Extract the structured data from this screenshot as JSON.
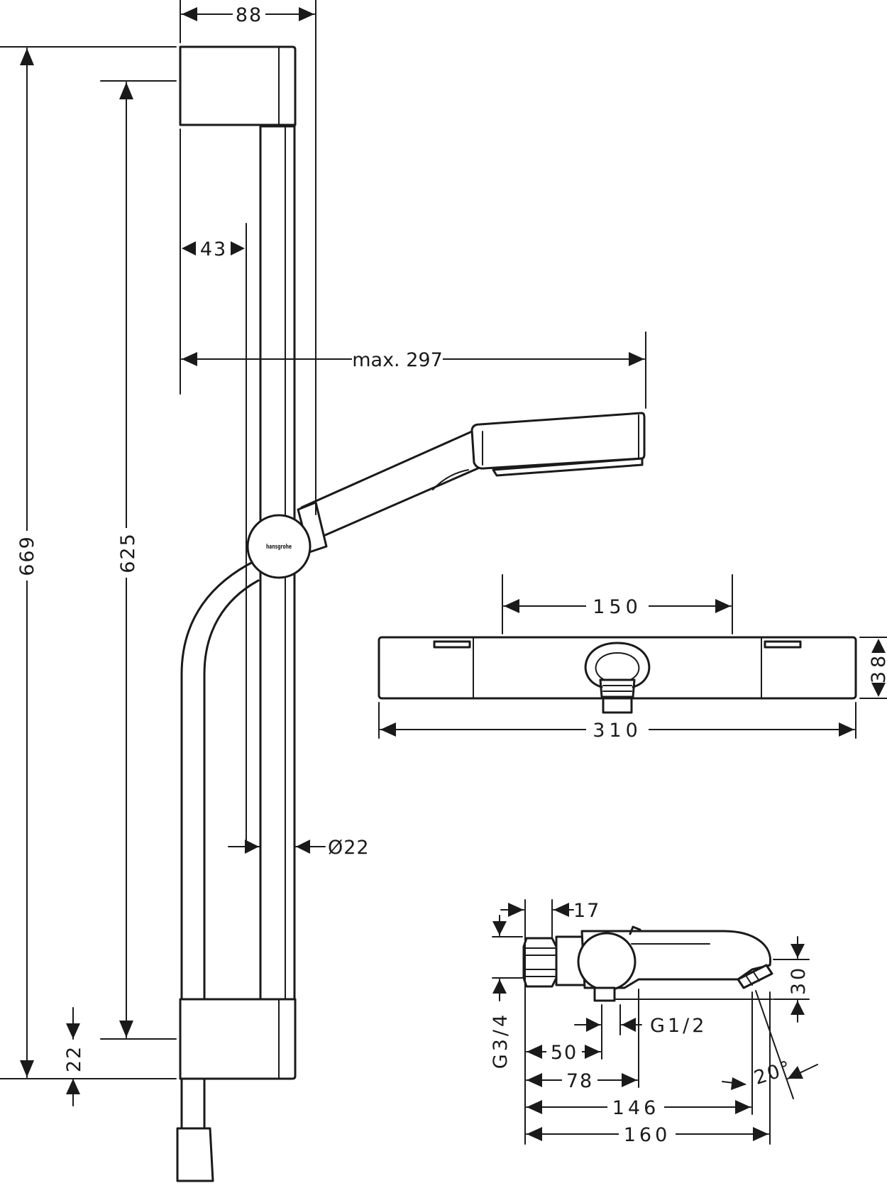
{
  "dimensions": {
    "rail_width": "88",
    "rail_offset": "43",
    "handshower_reach": "max. 297",
    "total_height": "669",
    "rail_height": "625",
    "bracket_height": "22",
    "rail_diameter": "Ø22",
    "thermostat_centers": "150",
    "thermostat_width": "310",
    "thermostat_depth": "38",
    "mixer_wall_offset": "17",
    "mixer_spout_height": "30",
    "mixer_outlet_thread": "G1/2",
    "mixer_inlet_thread": "G3/4",
    "mixer_depth_50": "50",
    "mixer_depth_78": "78",
    "mixer_depth_146": "146",
    "mixer_depth_160": "160",
    "mixer_spout_angle": "20°"
  },
  "logo": {
    "text": "hansgrohe"
  }
}
